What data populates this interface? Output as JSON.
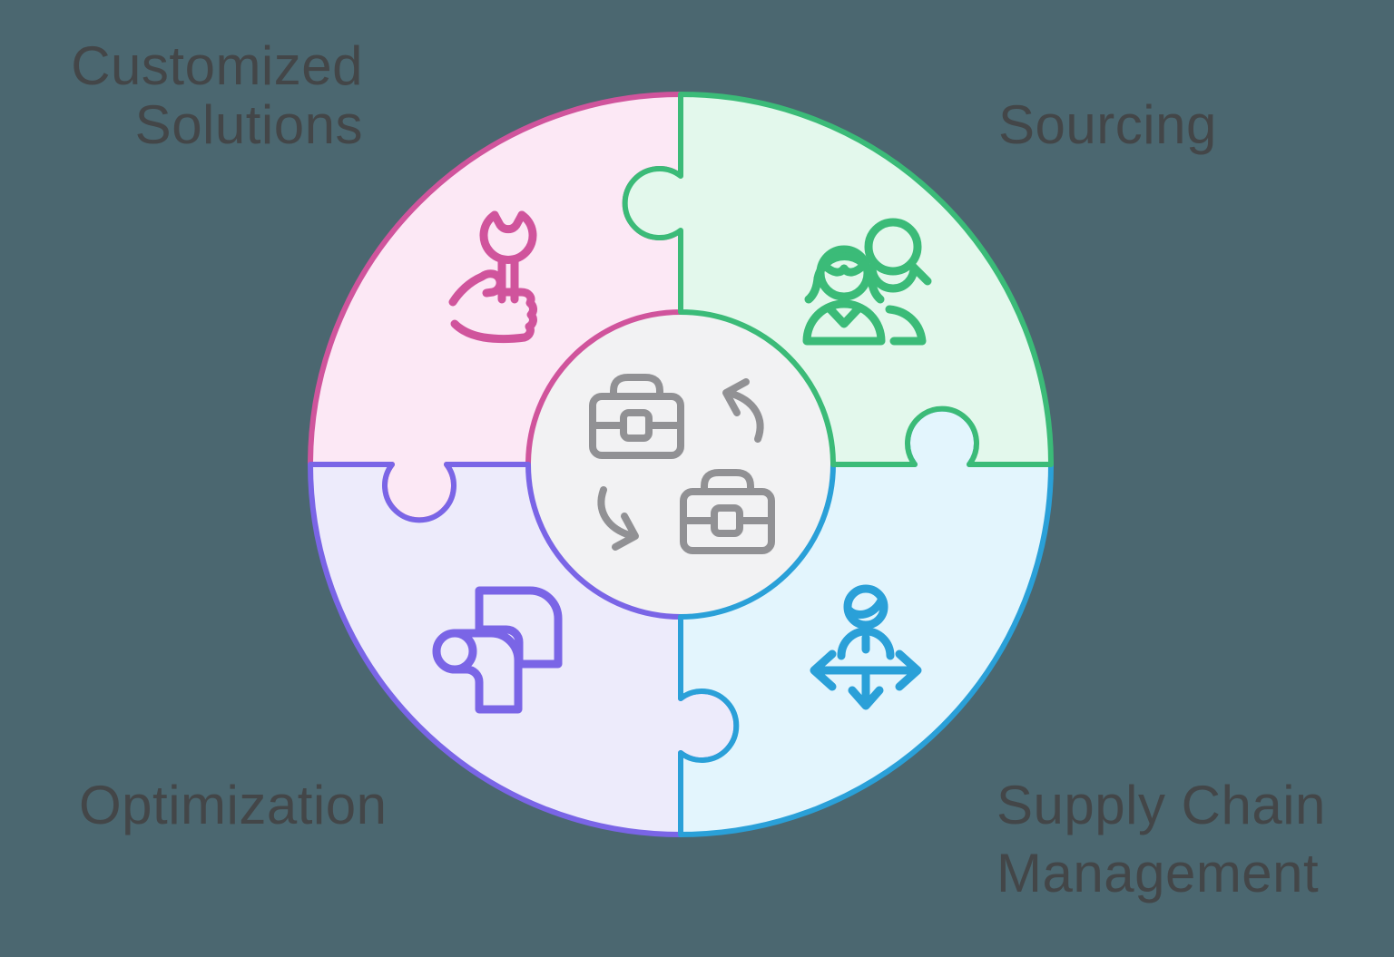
{
  "background_color": "#4b6770",
  "text_color": "#434648",
  "diagram": {
    "type": "circular-puzzle-infographic",
    "center_fill": "#f2f2f3",
    "center_icon": "briefcase-exchange-icon",
    "center_icon_color": "#919194"
  },
  "pieces": [
    {
      "label_lines": [
        "Customized",
        "Solutions"
      ],
      "position": "top-left",
      "fill": "#fce8f5",
      "stroke": "#d0549c",
      "icon": "hand-holding-wrench-icon"
    },
    {
      "label_lines": [
        "Sourcing"
      ],
      "position": "top-right",
      "fill": "#e3f8ec",
      "stroke": "#3bbb78",
      "icon": "people-search-icon"
    },
    {
      "label_lines": [
        "Optimization"
      ],
      "position": "bottom-left",
      "fill": "#edebfb",
      "stroke": "#7a65e6",
      "icon": "pipeline-elbow-arrows-icon"
    },
    {
      "label_lines": [
        "Supply Chain",
        "Management"
      ],
      "position": "bottom-right",
      "fill": "#e3f5fd",
      "stroke": "#2aa0d8",
      "icon": "person-distribution-icon"
    }
  ]
}
